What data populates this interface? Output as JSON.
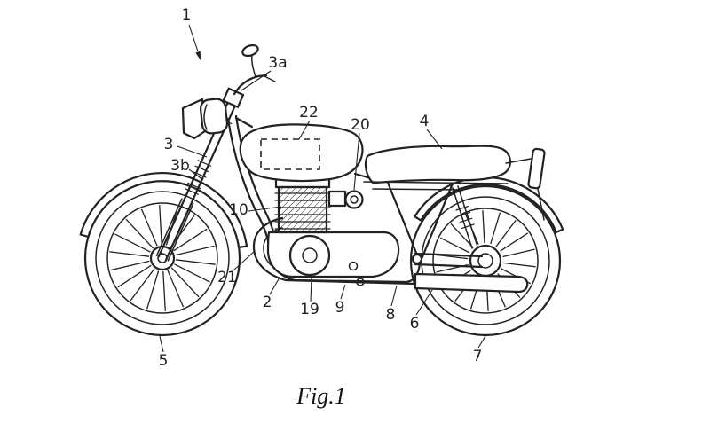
{
  "figure": {
    "caption": "Fig.1"
  },
  "labels": [
    "1",
    "3a",
    "3",
    "3b",
    "22",
    "20",
    "4",
    "10",
    "21",
    "2",
    "19",
    "9",
    "8",
    "6",
    "5",
    "7"
  ],
  "colors": {
    "ink": "#222222",
    "background": "#ffffff"
  }
}
